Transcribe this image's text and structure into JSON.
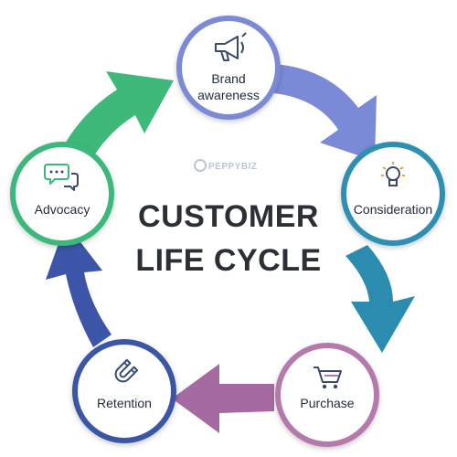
{
  "title": {
    "line1": "CUSTOMER",
    "line2": "LIFE CYCLE"
  },
  "watermark": "PEPPYBIZ",
  "stages": [
    {
      "id": "brand",
      "line1": "Brand",
      "line2": "awareness",
      "icon": "megaphone-icon",
      "color": "#7b8ad6",
      "arrow_color": "#7b8ad6"
    },
    {
      "id": "consideration",
      "line1": "Consideration",
      "line2": "",
      "icon": "lightbulb-icon",
      "color": "#2e8fb3",
      "arrow_color": "#2b8cb0"
    },
    {
      "id": "purchase",
      "line1": "Purchase",
      "line2": "",
      "icon": "shopping-cart-icon",
      "color": "#b57aac",
      "arrow_color": "#a66aa2"
    },
    {
      "id": "retention",
      "line1": "Retention",
      "line2": "",
      "icon": "magnet-icon",
      "color": "#3a56a4",
      "arrow_color": "#3d55a8"
    },
    {
      "id": "advocacy",
      "line1": "Advocacy",
      "line2": "",
      "icon": "chat-bubbles-icon",
      "color": "#3cb87c",
      "arrow_color": "#3fb97a"
    }
  ]
}
